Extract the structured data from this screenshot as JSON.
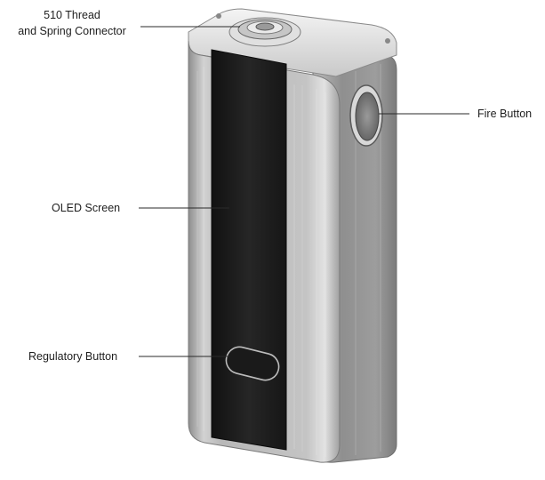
{
  "diagram": {
    "subject": "box mod device",
    "callouts": {
      "connector_line1": "510 Thread",
      "connector_line2": "and Spring Connector",
      "fire_button": "Fire Button",
      "oled_screen": "OLED Screen",
      "regulatory_button": "Regulatory Button"
    }
  },
  "colors": {
    "background": "#ffffff",
    "label_text": "#1e1e1e",
    "leader_line": "#2a2a2a",
    "screen_panel": "#1f1f1f",
    "body_metal_light": "#d6d6d6",
    "body_metal_dark": "#8a8a8a"
  }
}
